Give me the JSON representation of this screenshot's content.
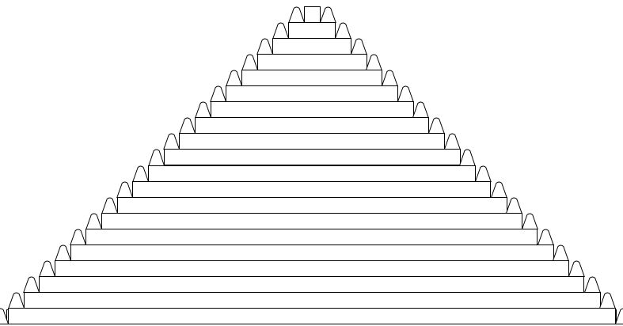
{
  "diagram": {
    "shape": "stepped-pyramid",
    "tier_count": 20,
    "top_block_count": 1,
    "triangles_per_tier_side": 1,
    "colors": {
      "background": "#ffffff",
      "stroke": "#000000",
      "fill": "#ffffff"
    }
  }
}
